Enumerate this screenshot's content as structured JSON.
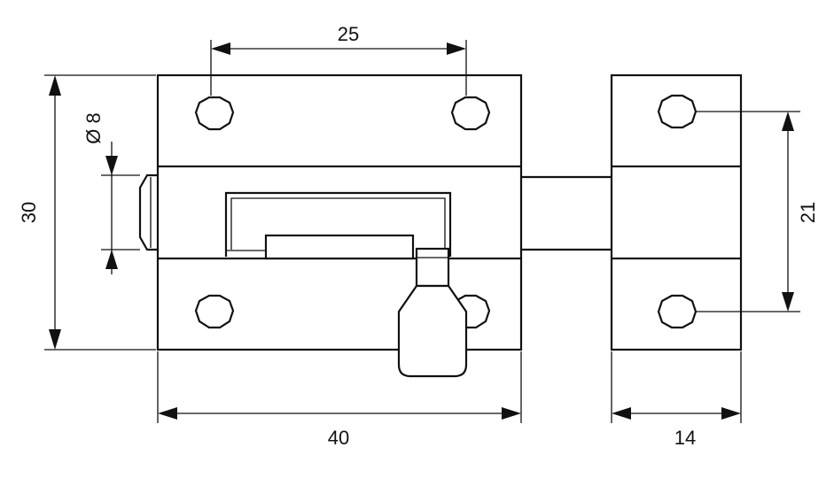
{
  "diagram": {
    "dimensions": {
      "hole_spacing": "25",
      "body_height": "30",
      "pin_diameter": "Ø 8",
      "keeper_hole_spacing": "21",
      "body_length": "40",
      "keeper_width": "14"
    }
  }
}
